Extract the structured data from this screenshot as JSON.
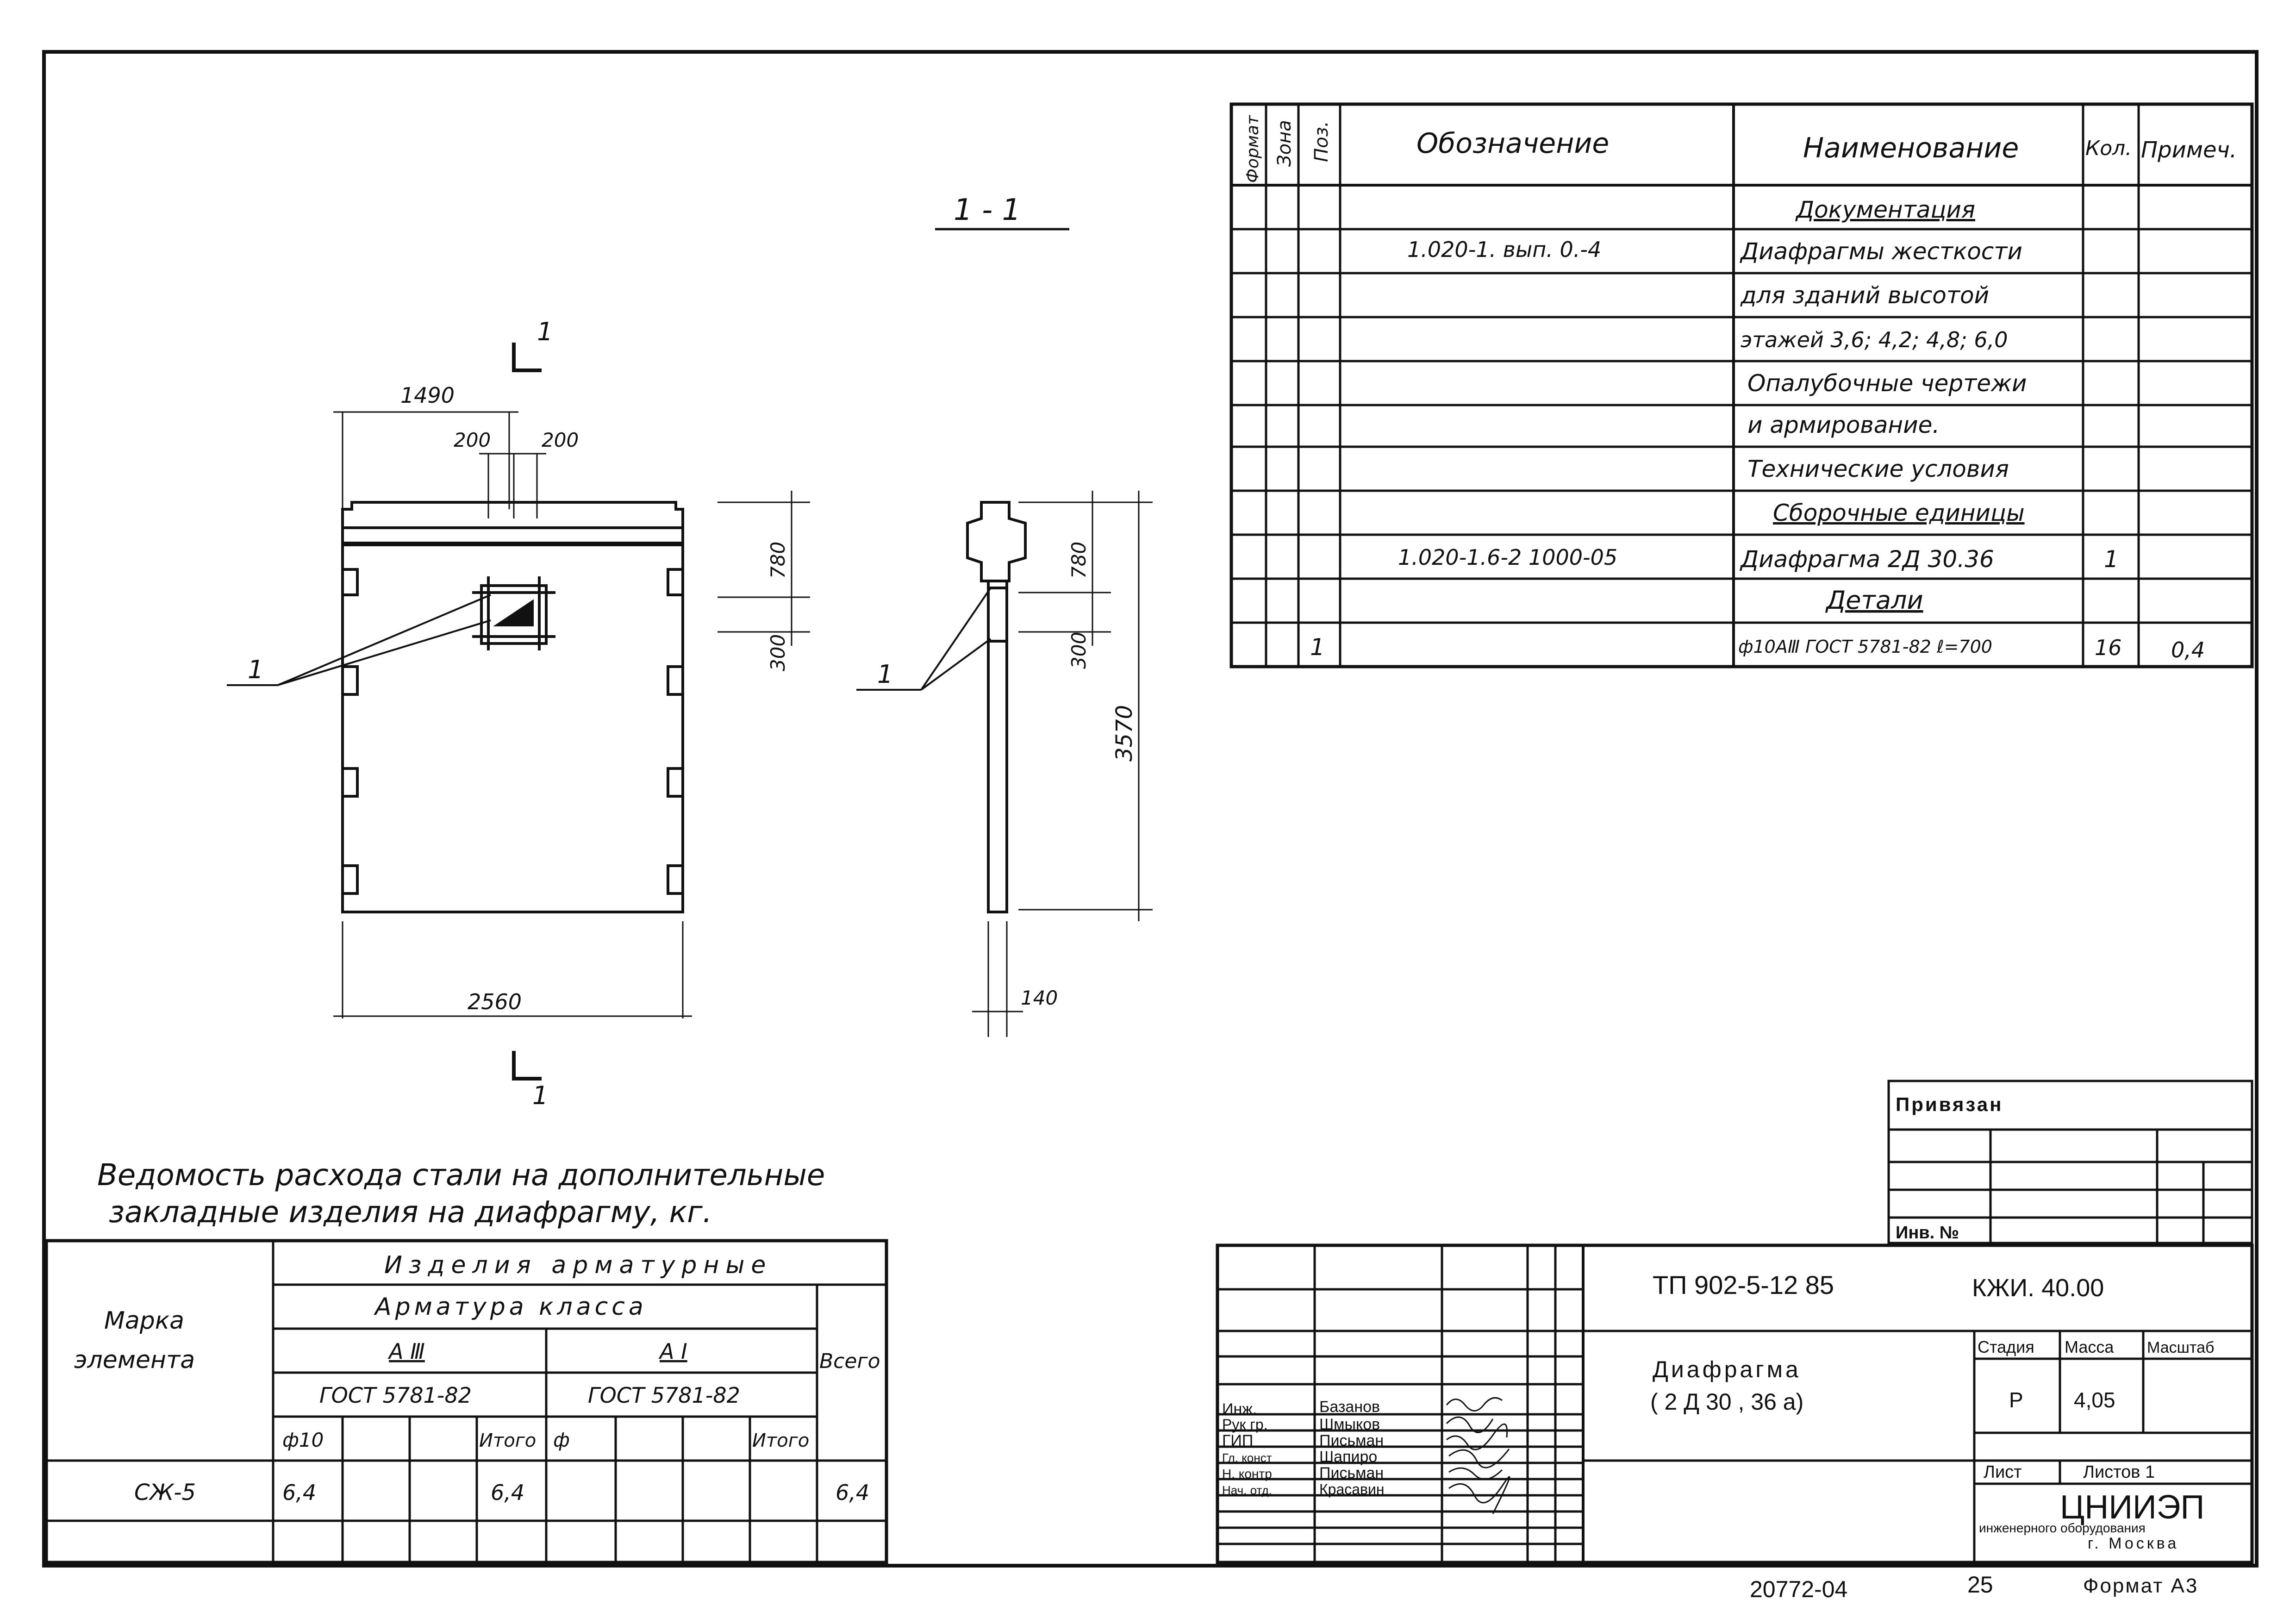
{
  "section": {
    "title": "1 - 1",
    "cut_mark": "1"
  },
  "callout": {
    "label": "1"
  },
  "dims": {
    "w1490": "1490",
    "w200a": "200",
    "w200b": "200",
    "h780": "780",
    "h300": "300",
    "w2560": "2560",
    "h780s": "780",
    "h300s": "300",
    "h3570": "3570",
    "w140": "140"
  },
  "spec": {
    "headers": [
      "Формат",
      "Зона",
      "Поз.",
      "Обозначение",
      "Наименование",
      "Кол.",
      "Примеч."
    ],
    "rows": [
      {
        "pos": "",
        "designation": "",
        "name": "Документация",
        "qty": "",
        "note": ""
      },
      {
        "pos": "",
        "designation": "1.020-1.   вып. 0.-4",
        "name": "Диафрагмы жесткости",
        "qty": "",
        "note": ""
      },
      {
        "pos": "",
        "designation": "",
        "name": "для зданий  высотой",
        "qty": "",
        "note": ""
      },
      {
        "pos": "",
        "designation": "",
        "name": "этажей 3,6; 4,2; 4,8; 6,0",
        "qty": "",
        "note": ""
      },
      {
        "pos": "",
        "designation": "",
        "name": "Опалубочные чертежи",
        "qty": "",
        "note": ""
      },
      {
        "pos": "",
        "designation": "",
        "name": "и армирование.",
        "qty": "",
        "note": ""
      },
      {
        "pos": "",
        "designation": "",
        "name": "Технические условия",
        "qty": "",
        "note": ""
      },
      {
        "pos": "",
        "designation": "",
        "name": "Сборочные единицы",
        "qty": "",
        "note": ""
      },
      {
        "pos": "",
        "designation": "1.020-1.6-2   1000-05",
        "name": "Диафрагма 2Д 30.36",
        "qty": "1",
        "note": ""
      },
      {
        "pos": "",
        "designation": "",
        "name": "Детали",
        "qty": "",
        "note": ""
      },
      {
        "pos": "1",
        "designation": "",
        "name": "ф10АⅢ ГОСТ 5781-82 ℓ=700",
        "qty": "16",
        "note": "0,4"
      }
    ]
  },
  "steel": {
    "title_line1": "Ведомость расхода стали на дополнительные",
    "title_line2": "закладные изделия на диафрагму, кг.",
    "mark_header_1": "Марка",
    "mark_header_2": "элемента",
    "group": "Изделия арматурные",
    "class_header": "Арматура   класса",
    "a3": "А Ⅲ",
    "a1": "А Ⅰ",
    "gost_a3": "ГОСТ 5781-82",
    "gost_a1": "ГОСТ 5781-82",
    "total": "Всего",
    "phi10": "ф10",
    "itogo1": "Итого",
    "phi": "ф",
    "itogo2": "Итого",
    "row_mark": "СЖ-5",
    "row_phi10": "6,4",
    "row_itogo1": "6,4",
    "row_total": "6,4"
  },
  "privyazan": {
    "label": "Привязан",
    "inv": "Инв. №"
  },
  "titleblock": {
    "project": "ТП 902-5-12 85",
    "code": "КЖИ. 40.00",
    "name_line1": "Диафрагма",
    "name_line2": "( 2 Д 30 , 36 а)",
    "stage_header": "Стадия",
    "mass_header": "Масса",
    "scale_header": "Масштаб",
    "stage": "Р",
    "mass": "4,05",
    "sheet": "Лист",
    "sheets": "Листов 1",
    "org1": "ЦНИИЭП",
    "org2": "инженерного оборудования",
    "org3": "г. Москва",
    "staff": [
      {
        "role": "Инж.",
        "name": "Базанов"
      },
      {
        "role": "Рук гр.",
        "name": "Шмыков"
      },
      {
        "role": "ГИП",
        "name": "Письман"
      },
      {
        "role": "Гл. конст",
        "name": "Шапиро"
      },
      {
        "role": "Н. контр",
        "name": "Письман"
      },
      {
        "role": "Нач. отд.",
        "name": "Красавин"
      }
    ]
  },
  "footer": {
    "number": "20772-04",
    "page": "25",
    "format": "Формат А3"
  }
}
